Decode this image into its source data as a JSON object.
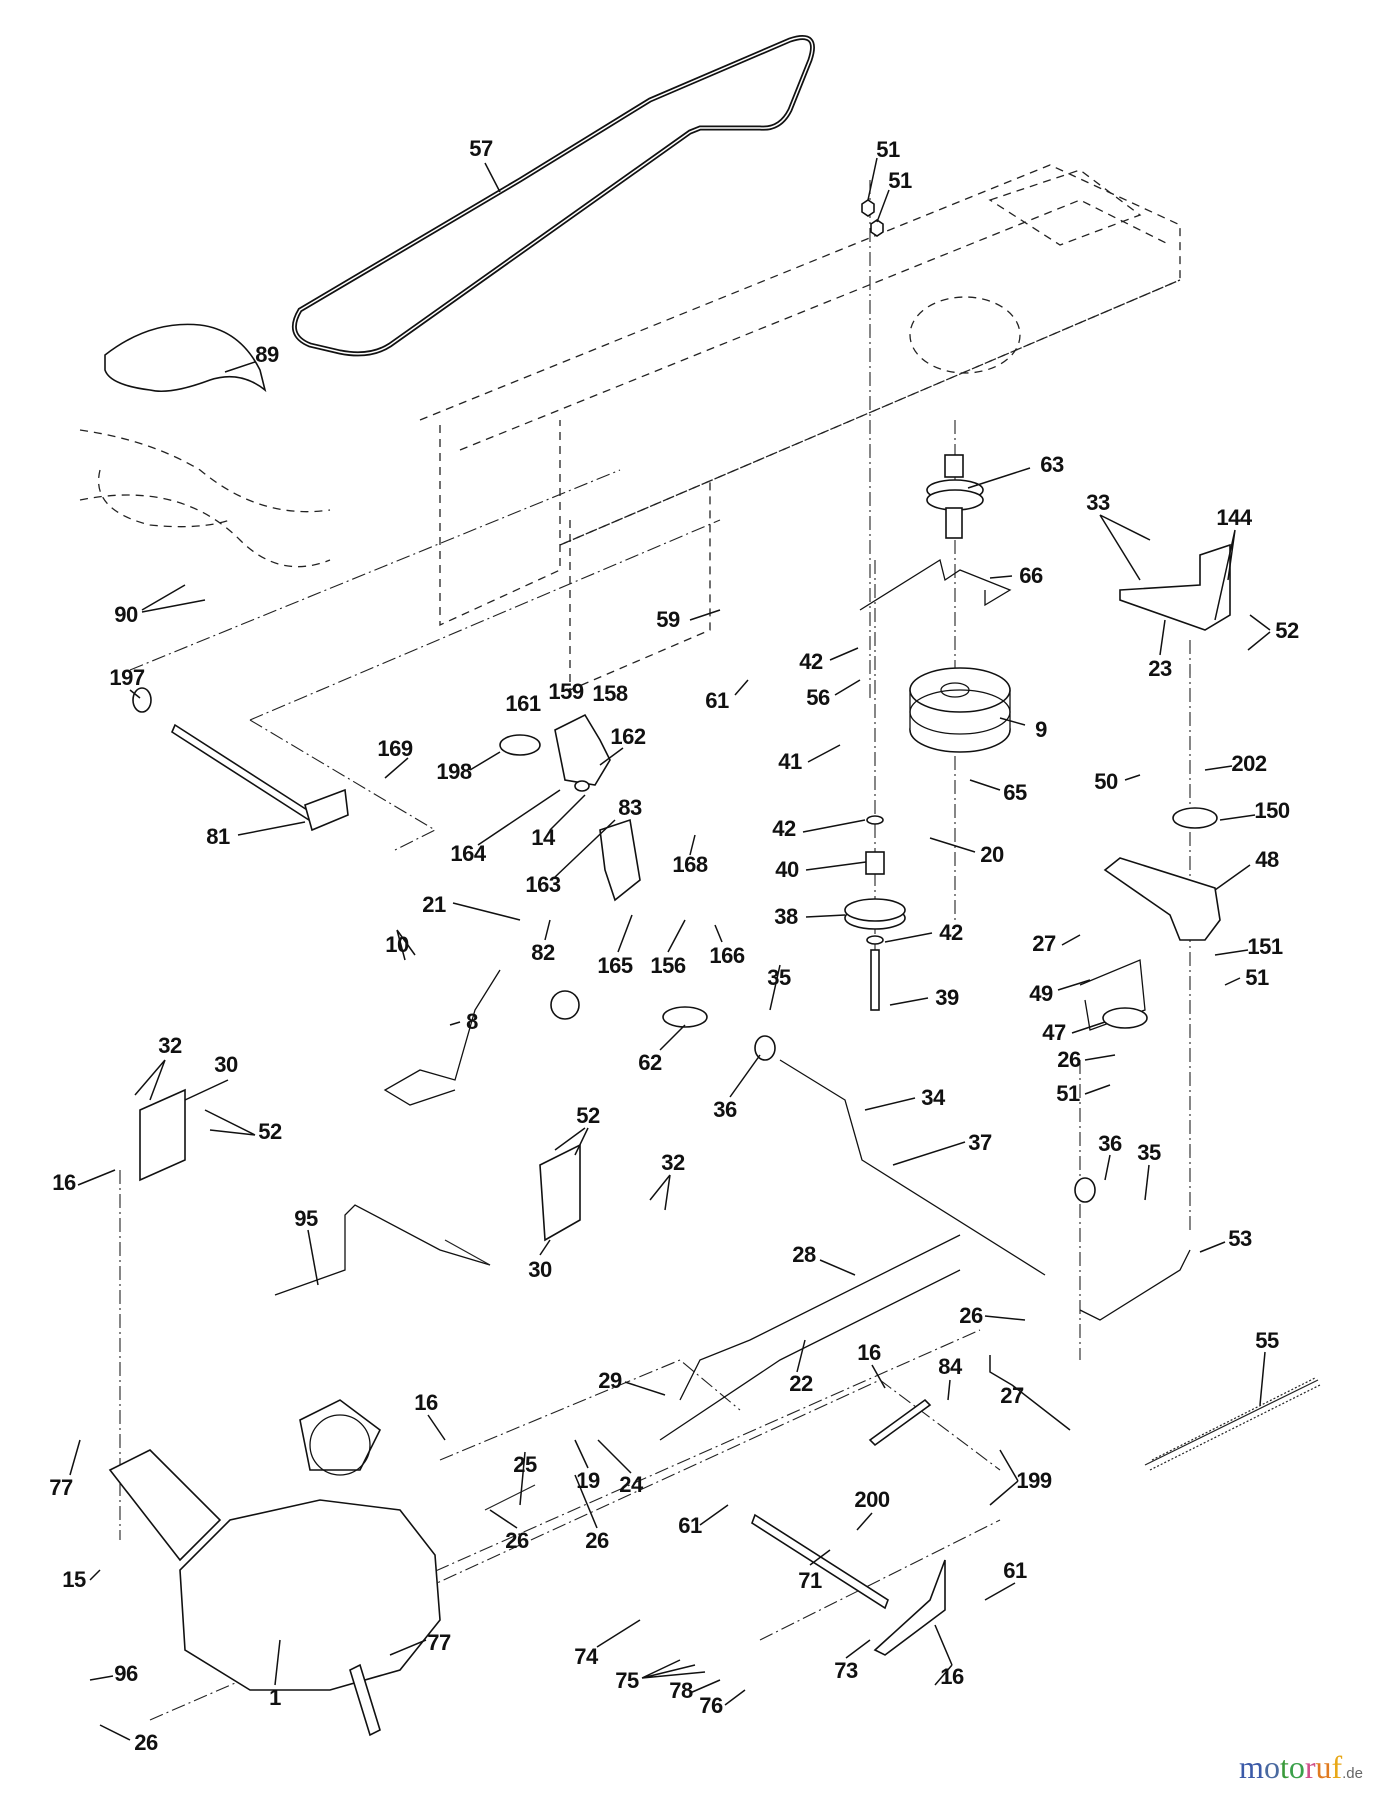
{
  "diagram": {
    "title": "Ground drive / transaxle exploded parts diagram",
    "callouts": [
      {
        "id": "c57",
        "label": "57",
        "part": "V-belt"
      },
      {
        "id": "c89",
        "label": "89",
        "part": "shift lever cover"
      },
      {
        "id": "c51a",
        "label": "51",
        "part": "nut"
      },
      {
        "id": "c51b",
        "label": "51",
        "part": "nut"
      },
      {
        "id": "c63",
        "label": "63",
        "part": "pulley"
      },
      {
        "id": "c33",
        "label": "33",
        "part": "bolt"
      },
      {
        "id": "c144",
        "label": "144",
        "part": "washer"
      },
      {
        "id": "c66",
        "label": "66",
        "part": "belt guide"
      },
      {
        "id": "c52a",
        "label": "52",
        "part": "nut"
      },
      {
        "id": "c23",
        "label": "23",
        "part": "bracket"
      },
      {
        "id": "c90",
        "label": "90",
        "part": "nut"
      },
      {
        "id": "c59",
        "label": "59",
        "part": "keeper"
      },
      {
        "id": "c61a",
        "label": "61",
        "part": "bolt"
      },
      {
        "id": "c42a",
        "label": "42",
        "part": "washer"
      },
      {
        "id": "c56",
        "label": "56",
        "part": "bolt"
      },
      {
        "id": "c9",
        "label": "9",
        "part": "electric clutch"
      },
      {
        "id": "c197",
        "label": "197",
        "part": "bushing"
      },
      {
        "id": "c161",
        "label": "161",
        "part": "bolt"
      },
      {
        "id": "c159",
        "label": "159",
        "part": "plate"
      },
      {
        "id": "c158",
        "label": "158",
        "part": "bracket"
      },
      {
        "id": "c169",
        "label": "169",
        "part": "clip"
      },
      {
        "id": "c198",
        "label": "198",
        "part": "washer"
      },
      {
        "id": "c162",
        "label": "162",
        "part": "nut"
      },
      {
        "id": "c41",
        "label": "41",
        "part": "belt keeper"
      },
      {
        "id": "c65",
        "label": "65",
        "part": "washer"
      },
      {
        "id": "c50",
        "label": "50",
        "part": "bolt"
      },
      {
        "id": "c202",
        "label": "202",
        "part": "bolt"
      },
      {
        "id": "c150",
        "label": "150",
        "part": "spacer"
      },
      {
        "id": "c81",
        "label": "81",
        "part": "shaft"
      },
      {
        "id": "c164",
        "label": "164",
        "part": "washer"
      },
      {
        "id": "c14",
        "label": "14",
        "part": "washer"
      },
      {
        "id": "c83",
        "label": "83",
        "part": "bracket"
      },
      {
        "id": "c42b",
        "label": "42",
        "part": "washer"
      },
      {
        "id": "c20",
        "label": "20",
        "part": "bolt"
      },
      {
        "id": "c48",
        "label": "48",
        "part": "idler arm"
      },
      {
        "id": "c40",
        "label": "40",
        "part": "spacer"
      },
      {
        "id": "c163",
        "label": "163",
        "part": "bolt"
      },
      {
        "id": "c168",
        "label": "168",
        "part": "bolt"
      },
      {
        "id": "c21",
        "label": "21",
        "part": "knob"
      },
      {
        "id": "c27a",
        "label": "27",
        "part": "cotter pin"
      },
      {
        "id": "c151",
        "label": "151",
        "part": "washer"
      },
      {
        "id": "c38",
        "label": "38",
        "part": "pulley"
      },
      {
        "id": "c42c",
        "label": "42",
        "part": "washer"
      },
      {
        "id": "c10",
        "label": "10",
        "part": "cotter pin"
      },
      {
        "id": "c82",
        "label": "82",
        "part": "clip"
      },
      {
        "id": "c165",
        "label": "165",
        "part": "bracket"
      },
      {
        "id": "c156",
        "label": "156",
        "part": "washer"
      },
      {
        "id": "c166",
        "label": "166",
        "part": "screw"
      },
      {
        "id": "c49",
        "label": "49",
        "part": "belt guide"
      },
      {
        "id": "c51c",
        "label": "51",
        "part": "nut"
      },
      {
        "id": "c39",
        "label": "39",
        "part": "bolt"
      },
      {
        "id": "c35a",
        "label": "35",
        "part": "bushing"
      },
      {
        "id": "c8",
        "label": "8",
        "part": "shift lever"
      },
      {
        "id": "c47",
        "label": "47",
        "part": "idler pulley"
      },
      {
        "id": "c62",
        "label": "62",
        "part": "spacer"
      },
      {
        "id": "c26a",
        "label": "26",
        "part": "washer"
      },
      {
        "id": "c32a",
        "label": "32",
        "part": "bolt"
      },
      {
        "id": "c30a",
        "label": "30",
        "part": "bracket"
      },
      {
        "id": "c36a",
        "label": "36",
        "part": "washer"
      },
      {
        "id": "c34",
        "label": "34",
        "part": "clutch shaft"
      },
      {
        "id": "c51d",
        "label": "51",
        "part": "nut"
      },
      {
        "id": "c52b",
        "label": "52",
        "part": "nut"
      },
      {
        "id": "c52c",
        "label": "52",
        "part": "nut"
      },
      {
        "id": "c16a",
        "label": "16",
        "part": "nut"
      },
      {
        "id": "c32b",
        "label": "32",
        "part": "bolt"
      },
      {
        "id": "c36b",
        "label": "36",
        "part": "washer"
      },
      {
        "id": "c35b",
        "label": "35",
        "part": "bushing"
      },
      {
        "id": "c37",
        "label": "37",
        "part": "pin"
      },
      {
        "id": "c95",
        "label": "95",
        "part": "bypass rod"
      },
      {
        "id": "c30b",
        "label": "30",
        "part": "bracket"
      },
      {
        "id": "c53",
        "label": "53",
        "part": "idler arm"
      },
      {
        "id": "c28",
        "label": "28",
        "part": "rod"
      },
      {
        "id": "c26b",
        "label": "26",
        "part": "washer"
      },
      {
        "id": "c55",
        "label": "55",
        "part": "spring"
      },
      {
        "id": "c29",
        "label": "29",
        "part": "ferrule"
      },
      {
        "id": "c22",
        "label": "22",
        "part": "rod"
      },
      {
        "id": "c16b",
        "label": "16",
        "part": "nut"
      },
      {
        "id": "c84",
        "label": "84",
        "part": "link"
      },
      {
        "id": "c27b",
        "label": "27",
        "part": "cotter pin"
      },
      {
        "id": "c16c",
        "label": "16",
        "part": "nut"
      },
      {
        "id": "c199",
        "label": "199",
        "part": "bolt"
      },
      {
        "id": "c77a",
        "label": "77",
        "part": "key"
      },
      {
        "id": "c25",
        "label": "25",
        "part": "spring"
      },
      {
        "id": "c19",
        "label": "19",
        "part": "spacer"
      },
      {
        "id": "c24",
        "label": "24",
        "part": "nut"
      },
      {
        "id": "c200",
        "label": "200",
        "part": "bolt"
      },
      {
        "id": "c61b",
        "label": "61",
        "part": "bolt"
      },
      {
        "id": "c26c",
        "label": "26",
        "part": "washer"
      },
      {
        "id": "c26d",
        "label": "26",
        "part": "washer"
      },
      {
        "id": "c15",
        "label": "15",
        "part": "bolt"
      },
      {
        "id": "c71",
        "label": "71",
        "part": "rod"
      },
      {
        "id": "c61c",
        "label": "61",
        "part": "bolt"
      },
      {
        "id": "c77b",
        "label": "77",
        "part": "key"
      },
      {
        "id": "c74",
        "label": "74",
        "part": "spacer"
      },
      {
        "id": "c73",
        "label": "73",
        "part": "bracket"
      },
      {
        "id": "c16d",
        "label": "16",
        "part": "nut"
      },
      {
        "id": "c96",
        "label": "96",
        "part": "hair pin"
      },
      {
        "id": "c75",
        "label": "75",
        "part": "washer"
      },
      {
        "id": "c78",
        "label": "78",
        "part": "washer"
      },
      {
        "id": "c1",
        "label": "1",
        "part": "transaxle"
      },
      {
        "id": "c76",
        "label": "76",
        "part": "washer"
      },
      {
        "id": "c26e",
        "label": "26",
        "part": "washer"
      }
    ]
  },
  "watermark": {
    "letters": [
      {
        "ch": "m",
        "color": "#3b5aa8"
      },
      {
        "ch": "o",
        "color": "#4a6aa0"
      },
      {
        "ch": "t",
        "color": "#3a9a3a"
      },
      {
        "ch": "o",
        "color": "#3aa04a"
      },
      {
        "ch": "r",
        "color": "#d0508a"
      },
      {
        "ch": "u",
        "color": "#e07a20"
      },
      {
        "ch": "f",
        "color": "#e8a818"
      }
    ],
    "tld": ".de"
  }
}
